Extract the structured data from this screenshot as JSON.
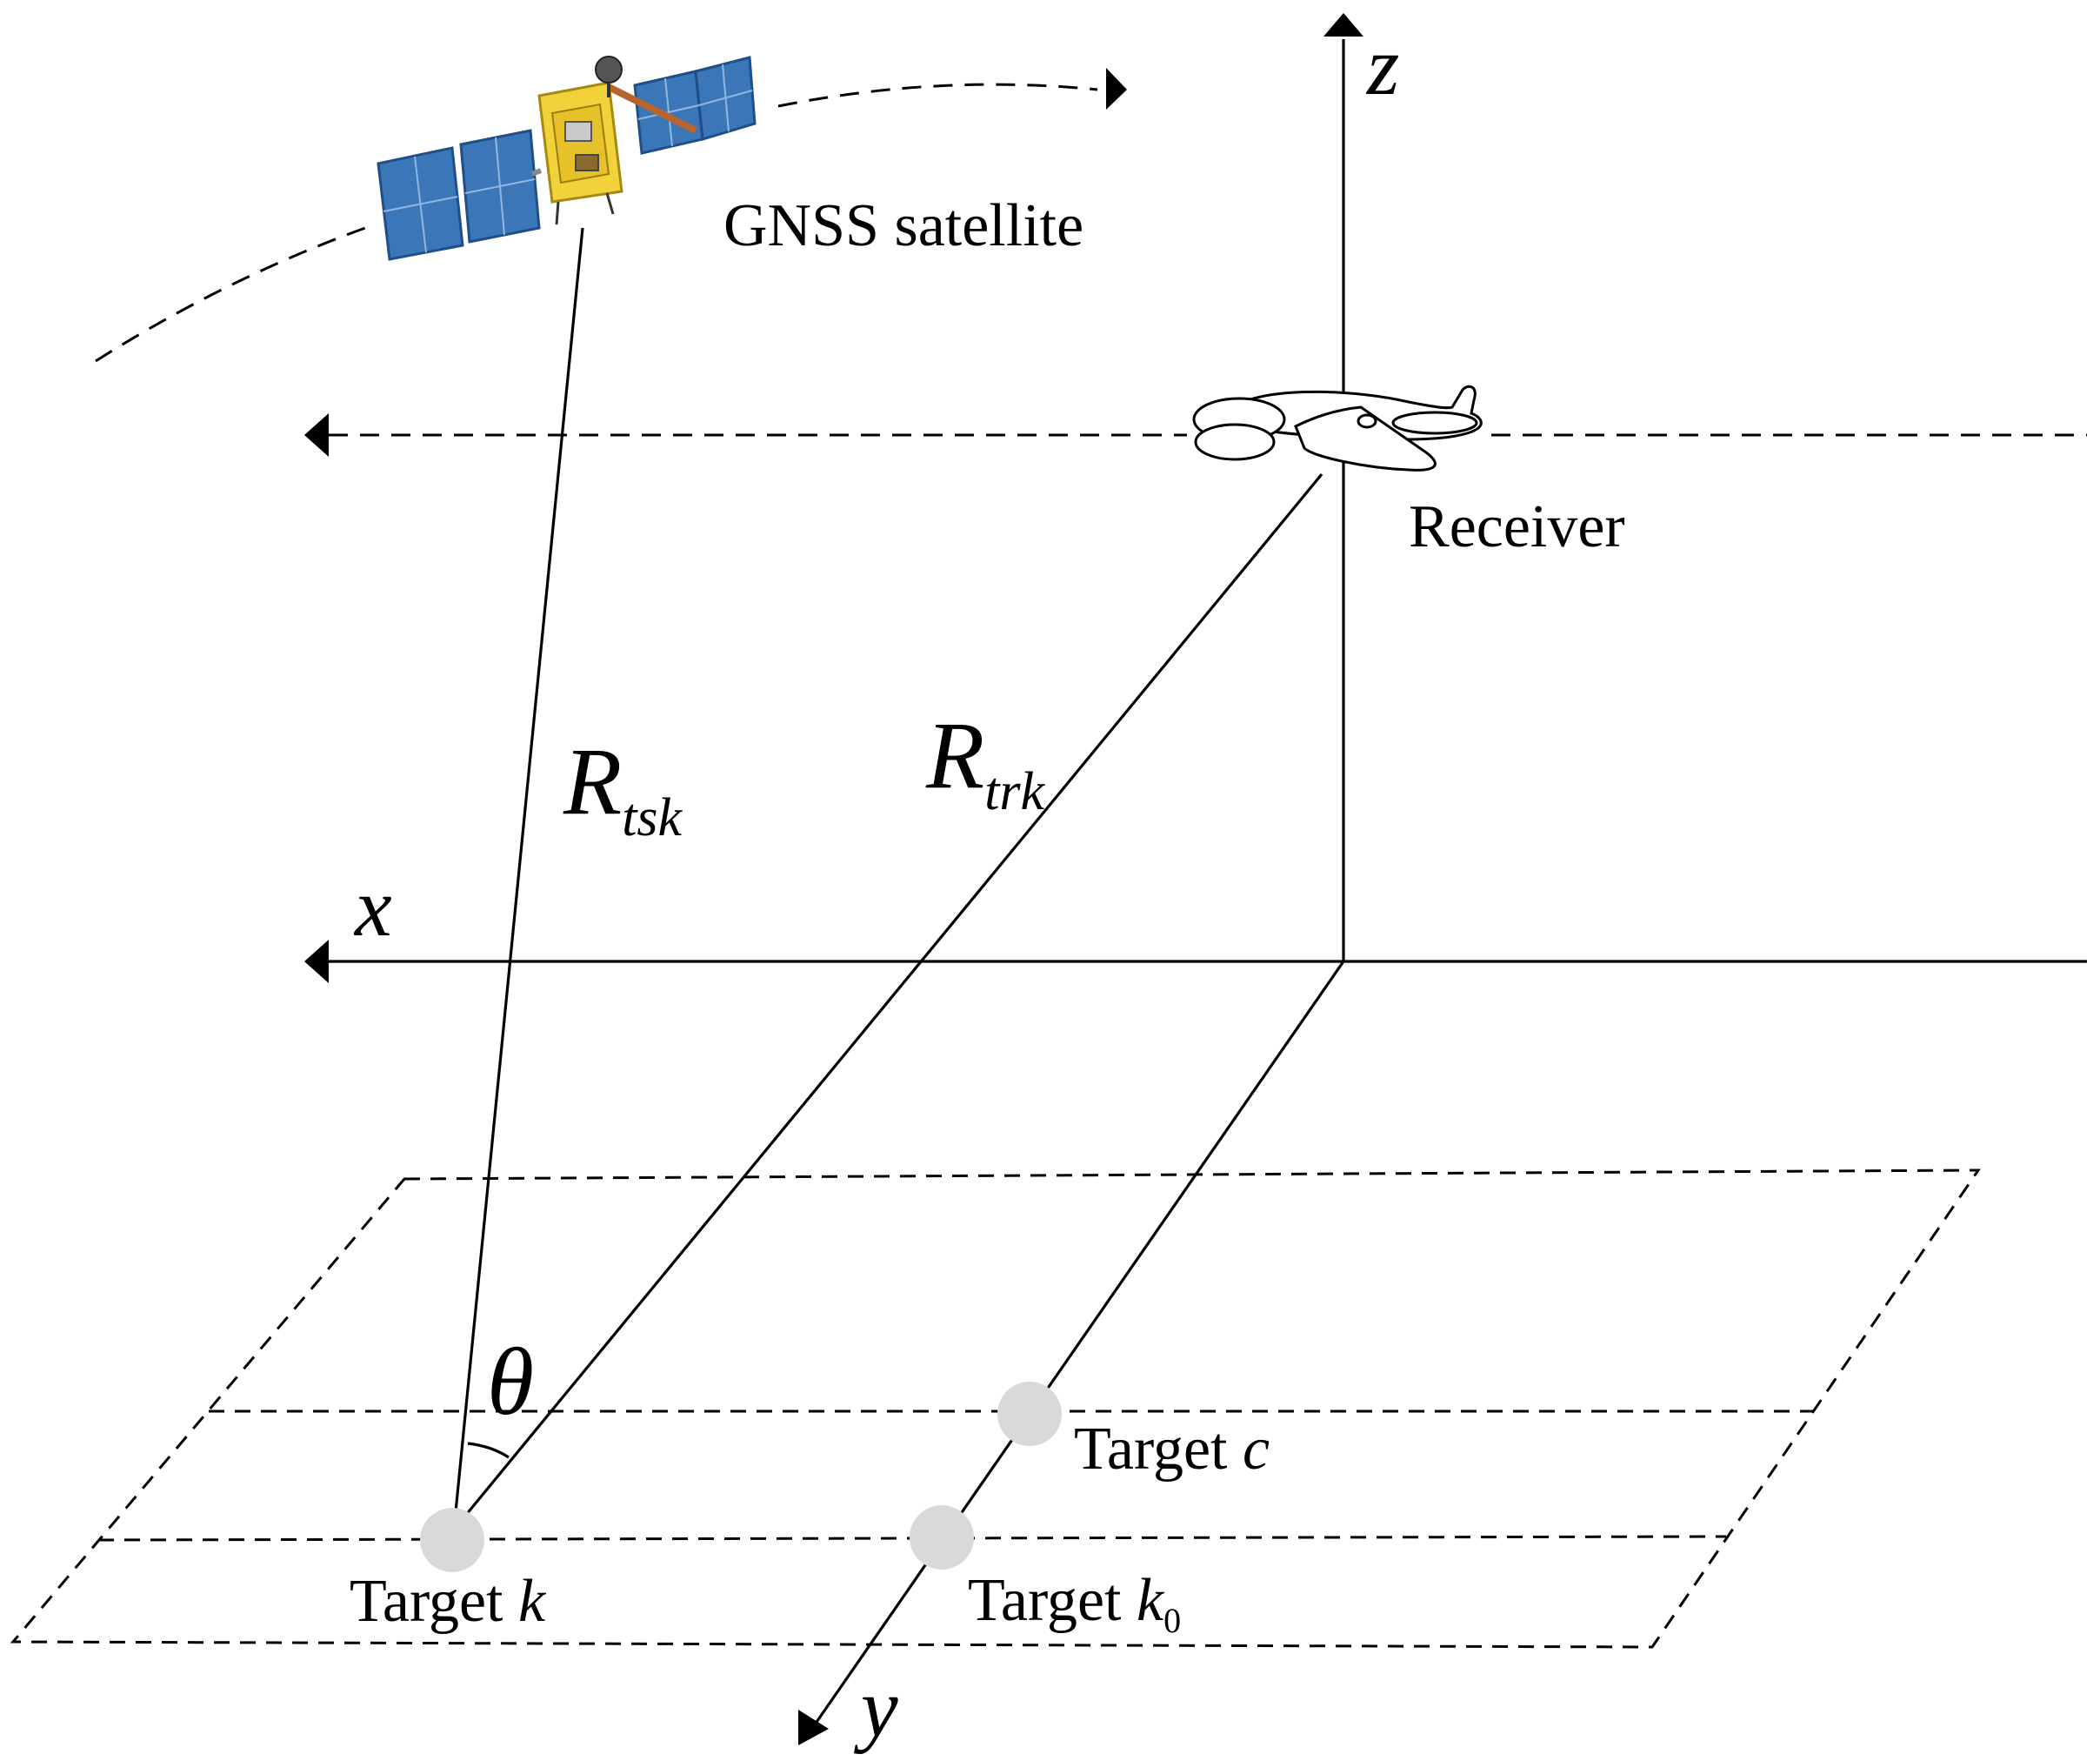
{
  "labels": {
    "satellite": "GNSS satellite",
    "receiver": "Receiver",
    "target_k_prefix": "Target ",
    "target_k_var": "k",
    "target_c_prefix": "Target ",
    "target_c_var": "c",
    "target_k0_prefix": "Target ",
    "target_k0_var": "k",
    "target_k0_sub": "0"
  },
  "axes": {
    "x": "x",
    "y": "y",
    "z": "z"
  },
  "symbols": {
    "r_tsk_main": "R",
    "r_tsk_sub": "tsk",
    "r_trk_main": "R",
    "r_trk_sub": "trk",
    "theta": "θ"
  },
  "colors": {
    "solar_panel": "#3b76b8",
    "satellite_body": "#f2d23a",
    "target_point": "#d9d9d9",
    "ink": "#000000"
  },
  "icons": {
    "satellite": "satellite-icon",
    "receiver": "aircraft-icon"
  }
}
